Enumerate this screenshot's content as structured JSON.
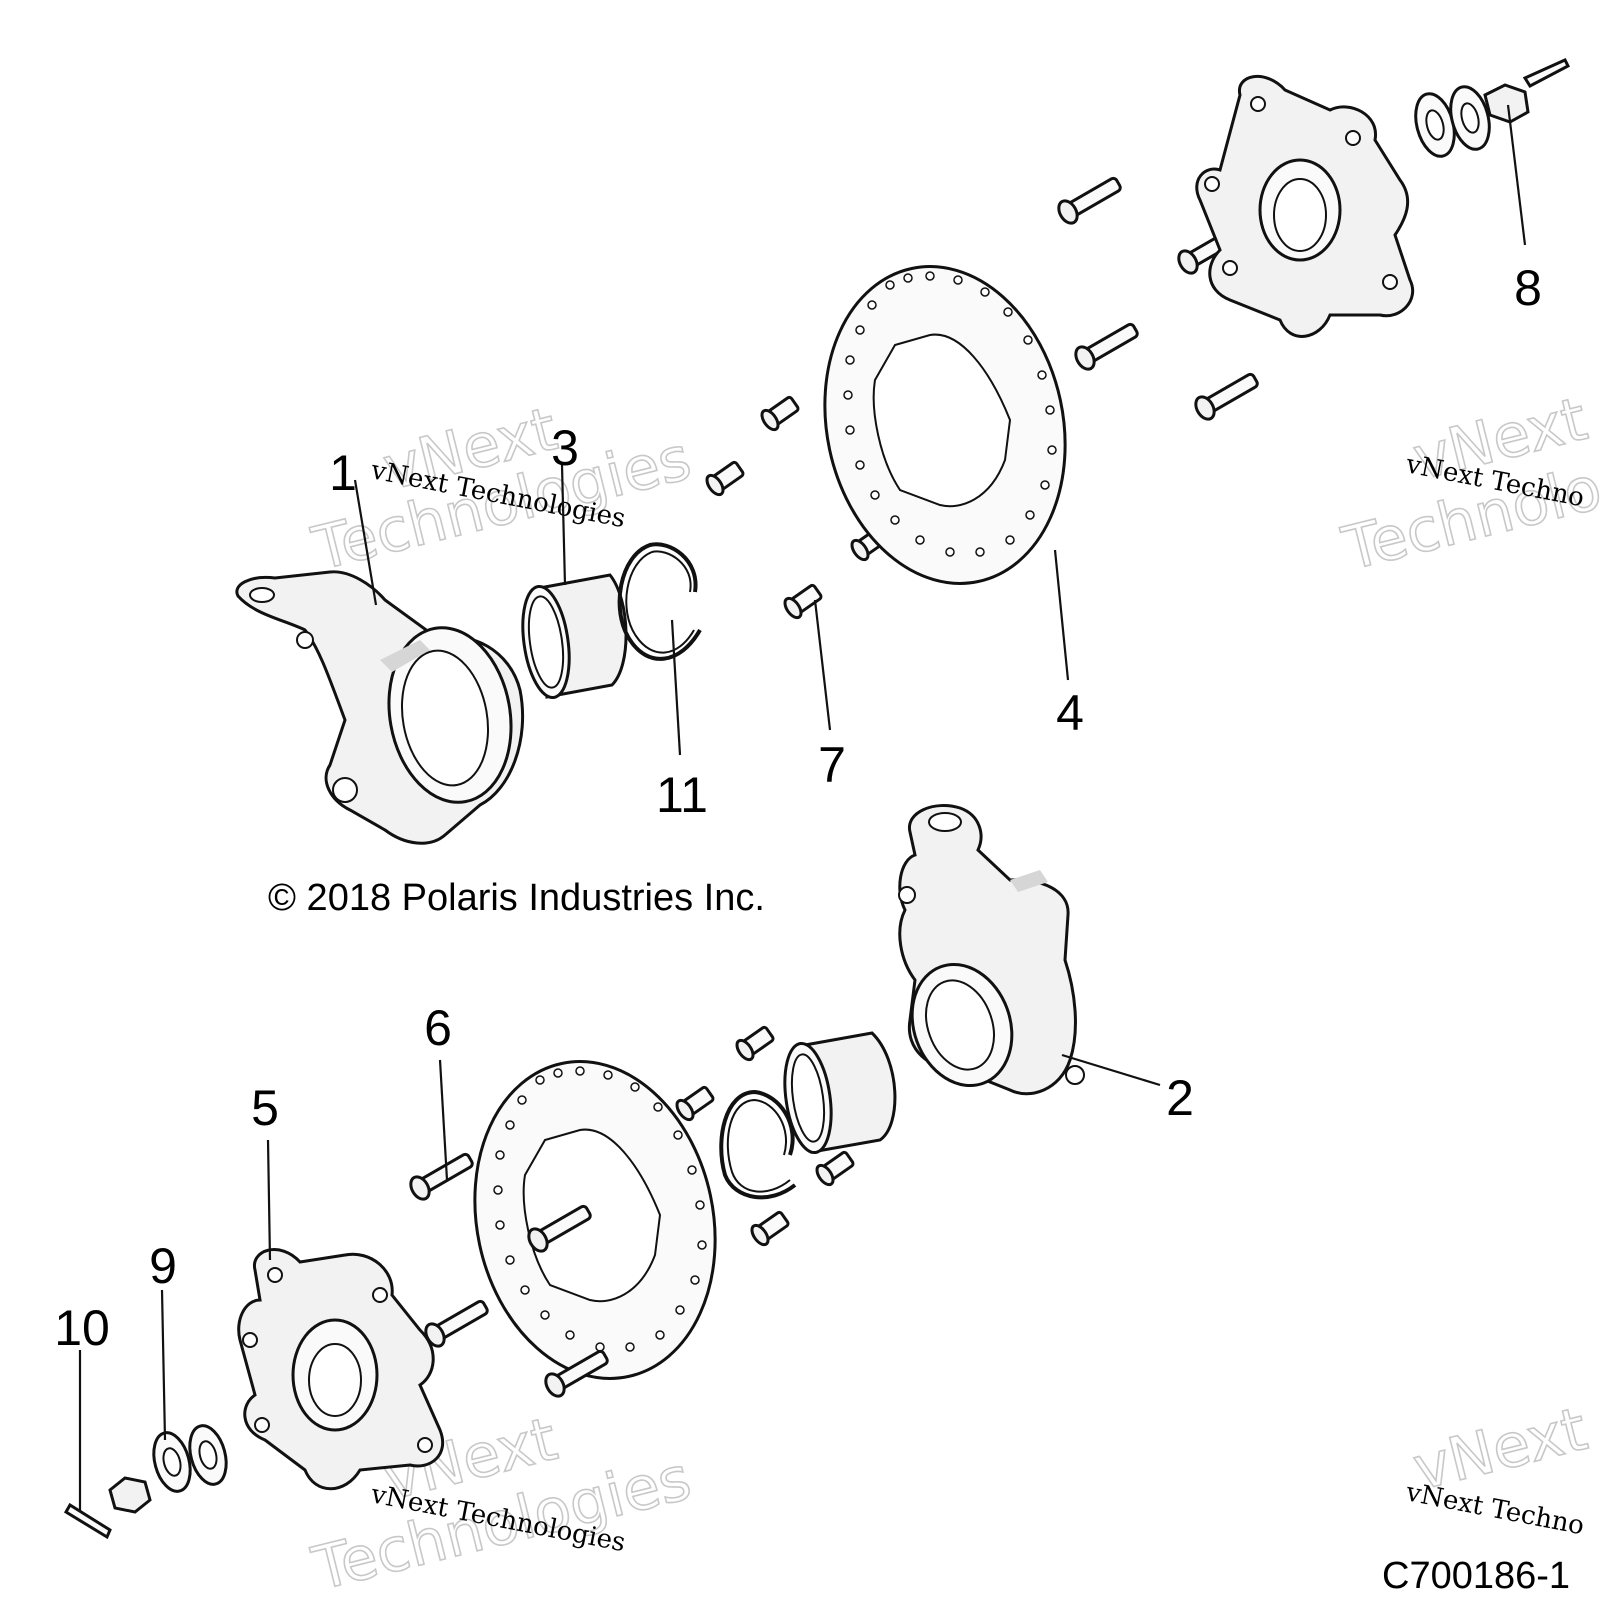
{
  "callouts": [
    "1",
    "2",
    "3",
    "4",
    "5",
    "6",
    "7",
    "8",
    "9",
    "10",
    "11"
  ],
  "copyright": "© 2018 Polaris Industries Inc.",
  "watermark_small": "vNext Technologies",
  "watermark_big_1": "vNext",
  "watermark_big_2": "Technologies",
  "watermark_small_cut": "vNext Techno",
  "document_id": "C700186-1"
}
